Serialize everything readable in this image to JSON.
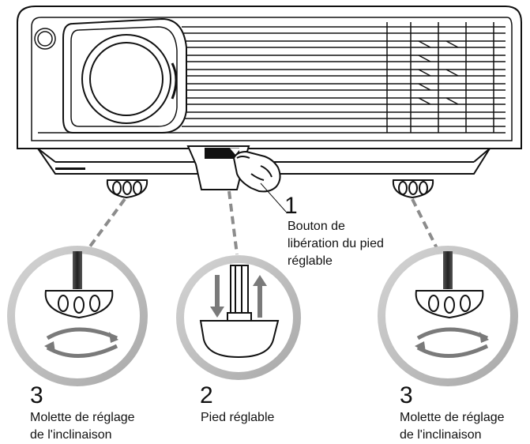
{
  "callouts": [
    {
      "number": "1",
      "lines": [
        "Bouton de",
        "libération du pied",
        "réglable"
      ]
    },
    {
      "number": "2",
      "lines": [
        "Pied réglable"
      ]
    },
    {
      "number": "3",
      "lines": [
        "Molette de réglage",
        "de l'inclinaison"
      ]
    },
    {
      "number": "3",
      "lines": [
        "Molette de réglage",
        "de l'inclinaison"
      ]
    }
  ],
  "colors": {
    "outline": "#111111",
    "ring": "#bdbdbd",
    "leader": "#8c8c8c",
    "arrow": "#7a7a7a"
  }
}
